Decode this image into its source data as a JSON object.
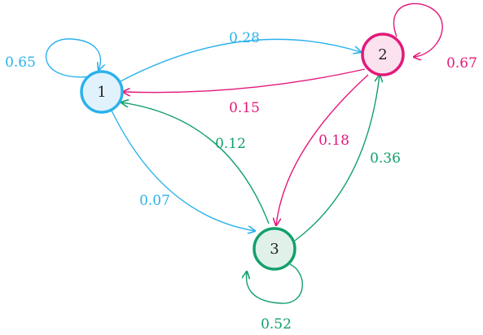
{
  "colors": {
    "node1": "#2ab2ec",
    "node1_fill": "#e2f2fc",
    "node2": "#e3187a",
    "node2_fill": "#fbe2ee",
    "node3": "#12a06a",
    "node3_fill": "#e0f1ea"
  },
  "nodes": [
    {
      "id": "1",
      "label": "1"
    },
    {
      "id": "2",
      "label": "2"
    },
    {
      "id": "3",
      "label": "3"
    }
  ],
  "edges": [
    {
      "from": "1",
      "to": "1",
      "label": "0.65"
    },
    {
      "from": "1",
      "to": "2",
      "label": "0.28"
    },
    {
      "from": "1",
      "to": "3",
      "label": "0.07"
    },
    {
      "from": "2",
      "to": "2",
      "label": "0.67"
    },
    {
      "from": "2",
      "to": "1",
      "label": "0.15"
    },
    {
      "from": "2",
      "to": "3",
      "label": "0.18"
    },
    {
      "from": "3",
      "to": "3",
      "label": "0.52"
    },
    {
      "from": "3",
      "to": "1",
      "label": "0.12"
    },
    {
      "from": "3",
      "to": "2",
      "label": "0.36"
    }
  ]
}
